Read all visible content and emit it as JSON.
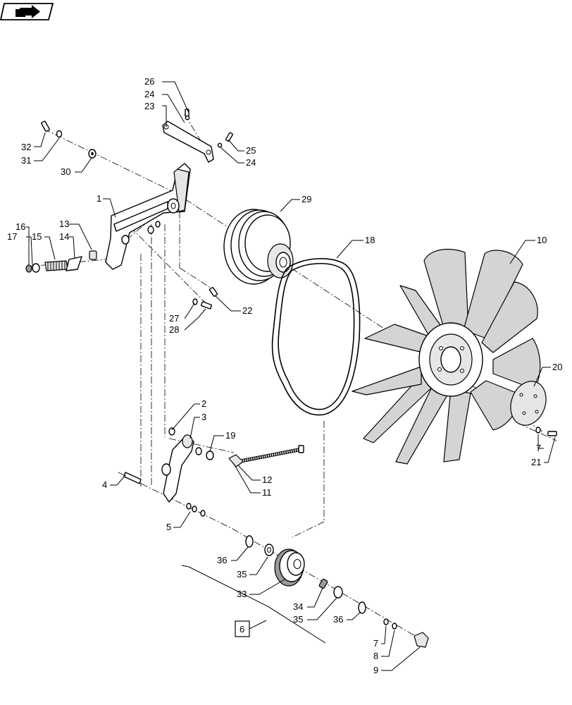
{
  "nav_icon": {
    "name": "page-forward-icon"
  },
  "reference_box": {
    "label": "6"
  },
  "callouts": [
    {
      "id": "c26",
      "text": "26"
    },
    {
      "id": "c24a",
      "text": "24"
    },
    {
      "id": "c23",
      "text": "23"
    },
    {
      "id": "c32",
      "text": "32"
    },
    {
      "id": "c31",
      "text": "31"
    },
    {
      "id": "c30",
      "text": "30"
    },
    {
      "id": "c25",
      "text": "25"
    },
    {
      "id": "c24b",
      "text": "24"
    },
    {
      "id": "c1",
      "text": "1"
    },
    {
      "id": "c29",
      "text": "29"
    },
    {
      "id": "c16",
      "text": "16"
    },
    {
      "id": "c17",
      "text": "17"
    },
    {
      "id": "c15",
      "text": "15"
    },
    {
      "id": "c13",
      "text": "13"
    },
    {
      "id": "c14",
      "text": "14"
    },
    {
      "id": "c18",
      "text": "18"
    },
    {
      "id": "c10",
      "text": "10"
    },
    {
      "id": "c22",
      "text": "22"
    },
    {
      "id": "c27",
      "text": "27"
    },
    {
      "id": "c28",
      "text": "28"
    },
    {
      "id": "c20",
      "text": "20"
    },
    {
      "id": "c2",
      "text": "2"
    },
    {
      "id": "c3",
      "text": "3"
    },
    {
      "id": "c19",
      "text": "19"
    },
    {
      "id": "c7a",
      "text": "7"
    },
    {
      "id": "c21",
      "text": "21"
    },
    {
      "id": "c4",
      "text": "4"
    },
    {
      "id": "c12",
      "text": "12"
    },
    {
      "id": "c11",
      "text": "11"
    },
    {
      "id": "c5",
      "text": "5"
    },
    {
      "id": "c36a",
      "text": "36"
    },
    {
      "id": "c35a",
      "text": "35"
    },
    {
      "id": "c33",
      "text": "33"
    },
    {
      "id": "c34",
      "text": "34"
    },
    {
      "id": "c35b",
      "text": "35"
    },
    {
      "id": "c36b",
      "text": "36"
    },
    {
      "id": "c7b",
      "text": "7"
    },
    {
      "id": "c8",
      "text": "8"
    },
    {
      "id": "c9",
      "text": "9"
    }
  ]
}
